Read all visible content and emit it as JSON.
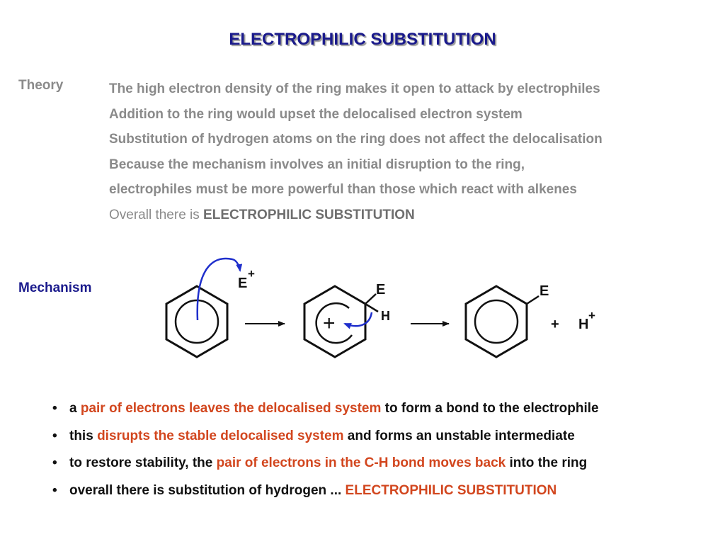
{
  "title": "ELECTROPHILIC SUBSTITUTION",
  "theory": {
    "label": "Theory",
    "lines": [
      "The high electron density of the ring makes it open to attack by electrophiles",
      "Addition to the ring would upset the delocalised electron system",
      "Substitution of hydrogen atoms on the ring does not affect the delocalisation",
      "Because the mechanism involves an initial disruption to the ring,",
      "electrophiles must  be more powerful than those which react with alkenes"
    ],
    "overall_prefix": "Overall there is ",
    "overall_emphasis": "ELECTROPHILIC SUBSTITUTION"
  },
  "mechanism": {
    "label": "Mechanism",
    "electrophile": "E",
    "plus_charge": "+",
    "substituent_e": "E",
    "substituent_h": "H",
    "intermediate_charge": "+",
    "product_e": "E",
    "plus_sign": "+",
    "proton": "H",
    "proton_charge": "+"
  },
  "bullets": [
    {
      "a": "a ",
      "b": "pair of electrons leaves the delocalised system",
      "c": " to form a bond to the electrophile"
    },
    {
      "a": "this ",
      "b": "disrupts the stable delocalised system",
      "c": " and forms an unstable intermediate"
    },
    {
      "a": "to restore stability, the ",
      "b": "pair of electrons in the C-H bond moves back",
      "c": " into the ring"
    },
    {
      "a": "overall there is substitution of hydrogen ... ",
      "b": "ELECTROPHILIC SUBSTITUTION",
      "c": ""
    }
  ],
  "bullet_symbol": "•",
  "colors": {
    "title": "#1a1a8c",
    "theory_text": "#8a8a8a",
    "highlight": "#d2461e",
    "arrow_curly": "#1f2fcc"
  }
}
